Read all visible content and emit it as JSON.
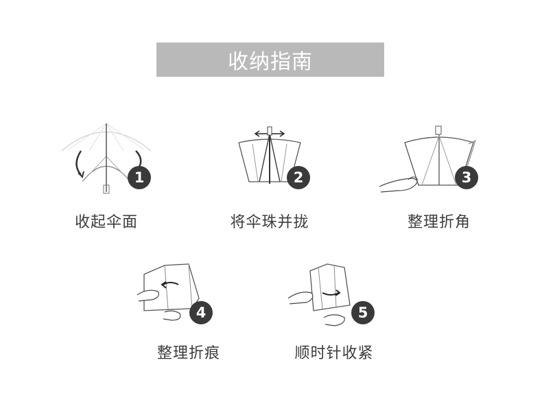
{
  "title": "收纳指南",
  "steps": [
    {
      "number": "1",
      "label": "收起伞面",
      "icon": "collapse-canopy-icon"
    },
    {
      "number": "2",
      "label": "将伞珠并拢",
      "icon": "close-beads-icon"
    },
    {
      "number": "3",
      "label": "整理折角",
      "icon": "tidy-corners-icon"
    },
    {
      "number": "4",
      "label": "整理折痕",
      "icon": "tidy-creases-icon"
    },
    {
      "number": "5",
      "label": "顺时针收紧",
      "icon": "tighten-clockwise-icon"
    }
  ],
  "colors": {
    "banner": "#b9b9b9",
    "badge": "#3a3a3a",
    "text": "#3c3c3c",
    "line": "#555555"
  }
}
